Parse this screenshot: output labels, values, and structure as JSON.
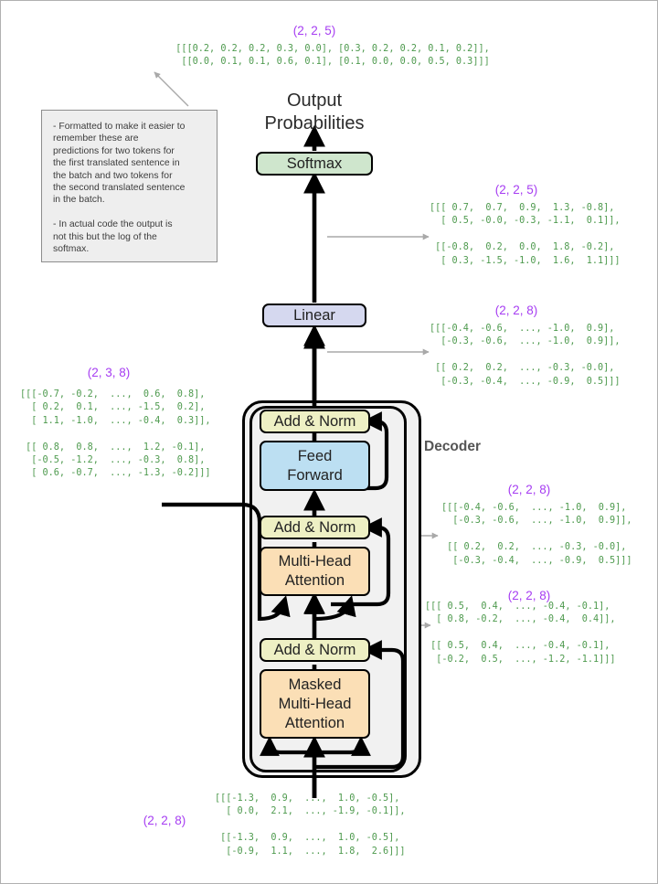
{
  "diagram": {
    "title_lines": "Output\nProbabilities",
    "decoder_label": "Decoder"
  },
  "nodes": {
    "softmax": "Softmax",
    "linear": "Linear",
    "add_norm_top": "Add & Norm",
    "feed_forward": "Feed\nForward",
    "add_norm_mid": "Add & Norm",
    "multi_head_attention": "Multi-Head\nAttention",
    "add_norm_bottom": "Add & Norm",
    "masked_multi_head_attention": "Masked\nMulti-Head\nAttention"
  },
  "note": {
    "text": "- Formatted to make it easier to\nremember these are\npredictions for two tokens for\nthe first translated sentence in\nthe batch and two tokens for\nthe second translated sentence\nin the batch.\n\n- In actual code the output is\nnot this but the log of the\nsoftmax."
  },
  "tensors": {
    "output_probs": {
      "shape": "(2, 2, 5)",
      "values": "[[[0.2, 0.2, 0.2, 0.3, 0.0], [0.3, 0.2, 0.2, 0.1, 0.2]],\n [[0.0, 0.1, 0.1, 0.6, 0.1], [0.1, 0.0, 0.0, 0.5, 0.3]]]"
    },
    "logits": {
      "shape": "(2, 2, 5)",
      "values": "[[[ 0.7,  0.7,  0.9,  1.3, -0.8],\n  [ 0.5, -0.0, -0.3, -1.1,  0.1]],\n\n [[-0.8,  0.2,  0.0,  1.8, -0.2],\n  [ 0.3, -1.5, -1.0,  1.6,  1.1]]]"
    },
    "decoder_output": {
      "shape": "(2, 2, 8)",
      "values": "[[[-0.4, -0.6,  ..., -1.0,  0.9],\n  [-0.3, -0.6,  ..., -1.0,  0.9]],\n\n [[ 0.2,  0.2,  ..., -0.3, -0.0],\n  [-0.3, -0.4,  ..., -0.9,  0.5]]]"
    },
    "encoder_memory": {
      "shape": "(2, 3, 8)",
      "values": "[[[-0.7, -0.2,  ...,  0.6,  0.8],\n  [ 0.2,  0.1,  ..., -1.5,  0.2],\n  [ 1.1, -1.0,  ..., -0.4,  0.3]],\n\n [[ 0.8,  0.8,  ...,  1.2, -0.1],\n  [-0.5, -1.2,  ..., -0.3,  0.8],\n  [ 0.6, -0.7,  ..., -1.3, -0.2]]]"
    },
    "after_cross_attn_norm": {
      "shape": "(2, 2, 8)",
      "values": "[[[-0.4, -0.6,  ..., -1.0,  0.9],\n  [-0.3, -0.6,  ..., -1.0,  0.9]],\n\n [[ 0.2,  0.2,  ..., -0.3, -0.0],\n  [-0.3, -0.4,  ..., -0.9,  0.5]]]"
    },
    "after_masked_attn_norm": {
      "shape": "(2, 2, 8)",
      "values": "[[[ 0.5,  0.4,  ..., -0.4, -0.1],\n  [ 0.8, -0.2,  ..., -0.4,  0.4]],\n\n [[ 0.5,  0.4,  ..., -0.4, -0.1],\n  [-0.2,  0.5,  ..., -1.2, -1.1]]]"
    },
    "decoder_input": {
      "shape": "(2, 2, 8)",
      "values": "[[[-1.3,  0.9,  ...,  1.0, -0.5],\n  [ 0.0,  2.1,  ..., -1.9, -0.1]],\n\n [[-1.3,  0.9,  ...,  1.0, -0.5],\n  [-0.9,  1.1,  ...,  1.8,  2.6]]]"
    }
  },
  "colors": {
    "shape_label": "#a63df2",
    "tensor_text": "#4e9a4e",
    "softmax_fill": "#cfe6cd",
    "linear_fill": "#d5d8ef",
    "add_norm_fill": "#eef0c4",
    "feed_forward_fill": "#bcdff2",
    "attention_fill": "#fbdfb6",
    "decoder_fill": "#f1f1f1",
    "note_fill": "#eeeeee"
  }
}
